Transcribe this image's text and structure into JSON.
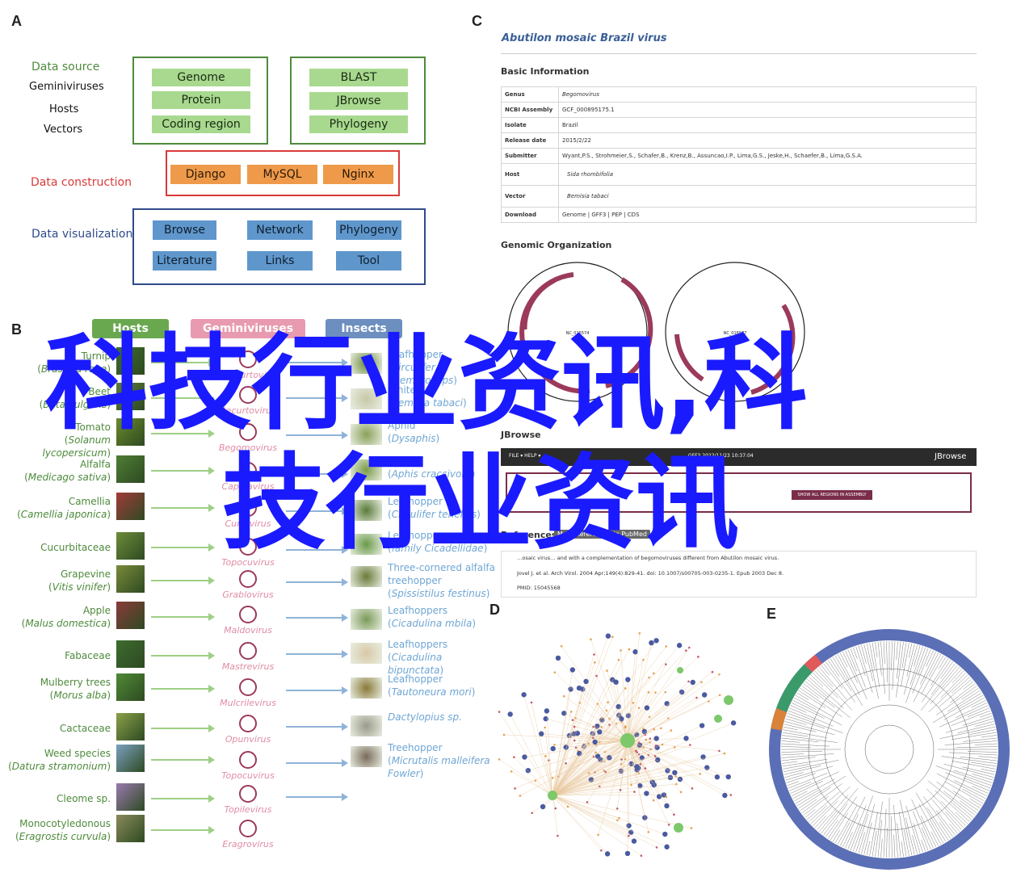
{
  "panels": {
    "a": "A",
    "b": "B",
    "c": "C",
    "d": "D",
    "e": "E"
  },
  "panel_a": {
    "data_source": "Data source",
    "sources": [
      "Geminiviruses",
      "Hosts",
      "Vectors"
    ],
    "data_construction": "Data construction",
    "data_visualization": "Data visualization",
    "box1": [
      "Genome",
      "Protein",
      "Coding region"
    ],
    "box2": [
      "BLAST",
      "JBrowse",
      "Phylogeny"
    ],
    "box3": [
      "Django",
      "MySQL",
      "Nginx"
    ],
    "box4": [
      "Browse",
      "Network",
      "Phylogeny",
      "Literature",
      "Links",
      "Tool"
    ],
    "colors": {
      "green": "#4e8a3c",
      "red": "#d93a3a",
      "navy": "#2f4a8a"
    }
  },
  "panel_b": {
    "headers": {
      "hosts": "Hosts",
      "geminiviruses": "Geminiviruses",
      "insects": "Insects"
    },
    "header_colors": {
      "hosts": "#6aa84f",
      "geminiviruses": "#e89ab0",
      "insects": "#6d8fbf"
    },
    "hosts": [
      {
        "name": "Turnip",
        "sci": "Brassica rapa"
      },
      {
        "name": "Beet",
        "sci": "Beta vulgaris"
      },
      {
        "name": "Tomato",
        "sci": "Solanum lycopersicum"
      },
      {
        "name": "Alfalfa",
        "sci": "Medicago sativa"
      },
      {
        "name": "Camellia",
        "sci": "Camellia japonica"
      },
      {
        "name": "Cucurbitaceae",
        "sci": ""
      },
      {
        "name": "Grapevine",
        "sci": "Vitis vinifer"
      },
      {
        "name": "Apple",
        "sci": "Malus domestica"
      },
      {
        "name": "Fabaceae",
        "sci": ""
      },
      {
        "name": "Mulberry trees",
        "sci": "Morus alba"
      },
      {
        "name": "Cactaceae",
        "sci": ""
      },
      {
        "name": "Weed species",
        "sci": "Datura stramonium"
      },
      {
        "name": "Cleome sp.",
        "sci": ""
      },
      {
        "name": "Monocotyledonous",
        "sci": "Eragrostis curvula"
      }
    ],
    "viruses": [
      "Turncurtovirus",
      "Becurtovirus",
      "Begomovirus",
      "Capulavirus",
      "Curtovirus",
      "Topocuvirus",
      "Grablovirus",
      "Maldovirus",
      "Mastrevirus",
      "Mulcrilevirus",
      "Opunvirus",
      "Topocuvirus",
      "Topilevirus",
      "Eragrovirus"
    ],
    "insects": [
      {
        "name": "Leafhopper",
        "sci": "Circulifer haematoceps"
      },
      {
        "name": "Whitefly",
        "sci": "Bemisia tabaci"
      },
      {
        "name": "Aphid",
        "sci": "Dysaphis"
      },
      {
        "name": "Aphid",
        "sci": "Aphis craccivora"
      },
      {
        "name": "Leafhopper",
        "sci": "Circulifer tenellus"
      },
      {
        "name": "Leafhoppers",
        "sci": "family Cicadellidae"
      },
      {
        "name": "Three-cornered alfalfa treehopper",
        "sci": "Spissistilus festinus"
      },
      {
        "name": "Leafhoppers",
        "sci": "Cicadulina mbila"
      },
      {
        "name": "Leafhoppers",
        "sci": "Cicadulina bipunctata"
      },
      {
        "name": "Leafhopper",
        "sci": "Tautoneura mori"
      },
      {
        "name": "Dactylopius sp.",
        "sci": ""
      },
      {
        "name": "Treehopper",
        "sci": "Micrutalis malleifera Fowler"
      }
    ]
  },
  "panel_c": {
    "title": "Abutilon mosaic Brazil virus",
    "basic_info": "Basic Information",
    "rows": [
      {
        "k": "Genus",
        "v": "Begomovirus"
      },
      {
        "k": "NCBI Assembly",
        "v": "GCF_000895175.1"
      },
      {
        "k": "Isolate",
        "v": "Brazil"
      },
      {
        "k": "Release date",
        "v": "2015/2/22"
      },
      {
        "k": "Submitter",
        "v": "Wyant,P.S., Strohmeier,S., Schafer,B., Krenz,B., Assuncao,I.P., Lima,G.S., Jeske,H., Schaefer,B., Lima,G.S.A."
      },
      {
        "k": "Host",
        "v": "Sida rhombifolia"
      },
      {
        "k": "Vector",
        "v": "Bemisia tabaci"
      },
      {
        "k": "Download",
        "v": "Genome | GFF3 | PEP | CDS"
      }
    ],
    "genomic_org": "Genomic Organization",
    "dna_a": "NC_016574",
    "dna_b": "NC_016577",
    "jbrowse_label": "JBrowse",
    "jbrowse_logo": "JBrowse",
    "jb_menu": "FILE ▾   HELP ▾",
    "jb_loc": "GFF3 2022/11/23 10:37:04",
    "jb_btn": "SHOW ALL REGIONS IN ASSEMBLY",
    "references": "References",
    "more_refs": "More References in PubMed",
    "ref_text_1": "…osaic virus… and with a complementation of begomoviruses different from Abutilon mosaic virus.",
    "ref_text_2": "Jovel J. et al.  Arch Virol. 2004 Apr;149(4):829-41. doi: 10.1007/s00705-003-0235-1. Epub 2003 Dec 8.",
    "ref_text_3": "PMID: 15045568"
  },
  "overlay": {
    "line1": "科技行业资讯,科",
    "line2": "技行业资讯",
    "color": "#1a1aff"
  }
}
